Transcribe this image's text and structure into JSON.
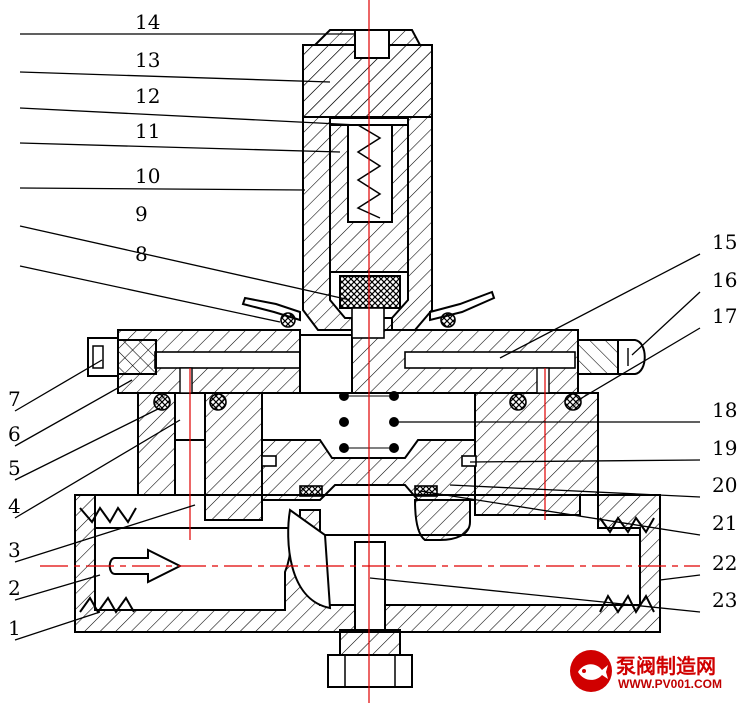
{
  "diagram": {
    "part_labels": {
      "p1": "1",
      "p2": "2",
      "p3": "3",
      "p4": "4",
      "p5": "5",
      "p6": "6",
      "p7": "7",
      "p8": "8",
      "p9": "9",
      "p10": "10",
      "p11": "11",
      "p12": "12",
      "p13": "13",
      "p14": "14",
      "p15": "15",
      "p16": "16",
      "p17": "17",
      "p18": "18",
      "p19": "19",
      "p20": "20",
      "p21": "21",
      "p22": "22",
      "p23": "23"
    },
    "colors": {
      "outline": "#000000",
      "hatch": "#000000",
      "centerline": "#e00000",
      "mesh": "#000000",
      "logo": "#d00000"
    }
  },
  "watermark": {
    "brand_cn": "泵阀制造网",
    "url": "WWW.PV001.COM",
    "icon": "fish-logo-icon"
  }
}
